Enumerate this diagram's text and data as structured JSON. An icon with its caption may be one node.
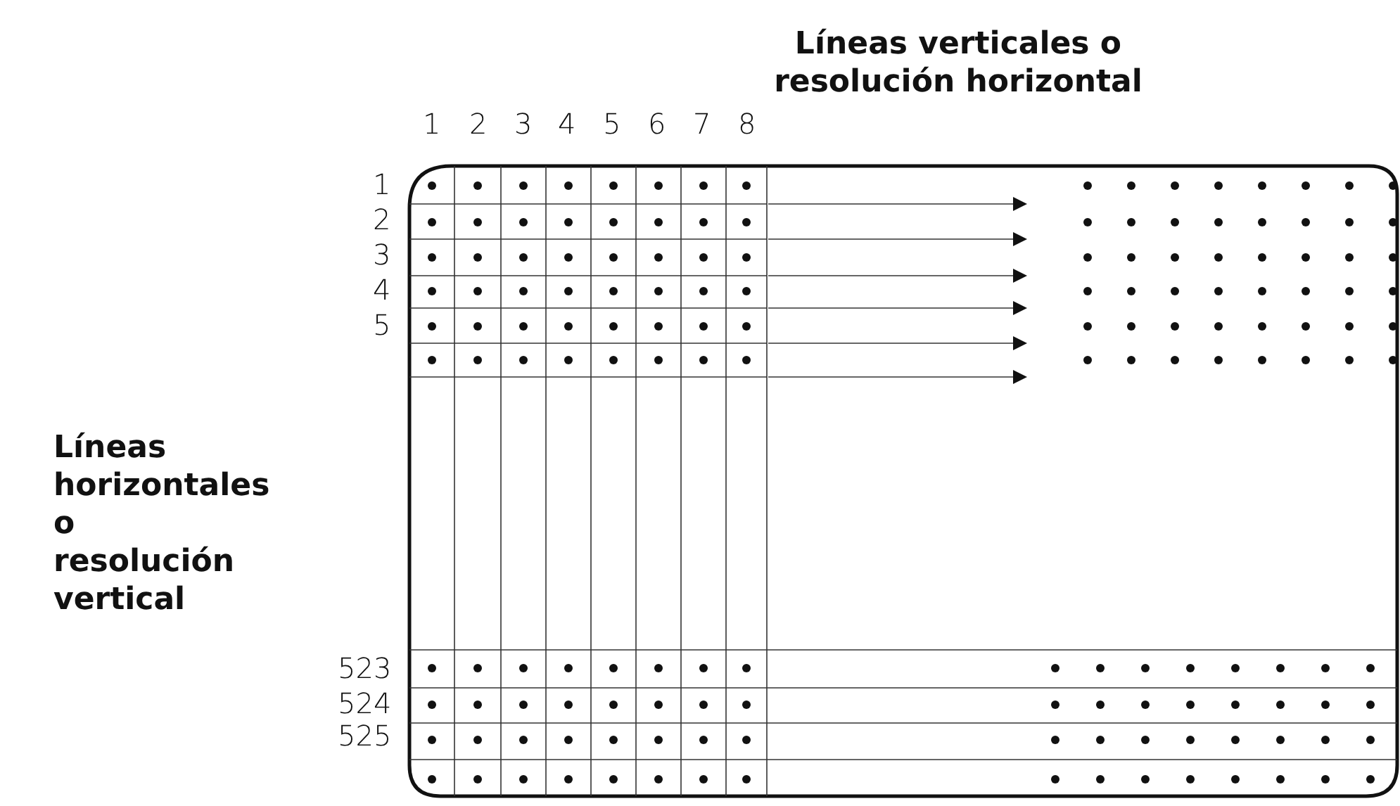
{
  "diagram": {
    "labels": [
      "Líneas verticales o resolución horizontal",
      "1",
      "2",
      "3",
      "4",
      "5",
      "6",
      "7",
      "8",
      "1",
      "2",
      "3",
      "4",
      "5",
      "Líneas horizontales o resolución vertical",
      "523",
      "524",
      "525"
    ]
  }
}
